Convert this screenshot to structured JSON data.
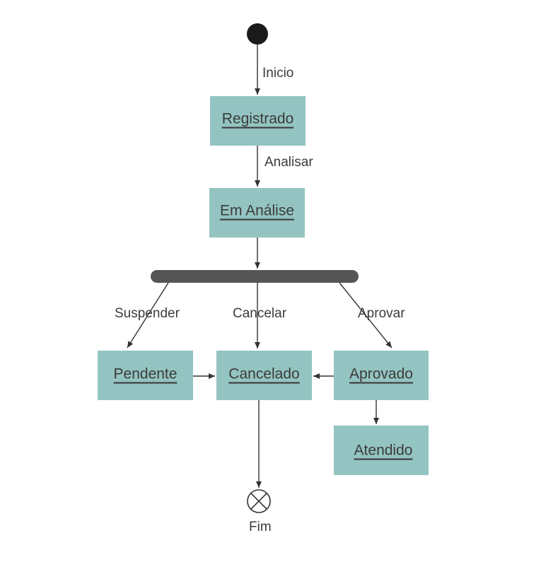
{
  "diagram": {
    "type": "uml-state-machine",
    "states": {
      "registrado": "Registrado",
      "em_analise": "Em Análise",
      "pendente": "Pendente",
      "cancelado": "Cancelado",
      "aprovado": "Aprovado",
      "atendido": "Atendido"
    },
    "transitions": {
      "inicio": "Inicio",
      "analisar": "Analisar",
      "suspender": "Suspender",
      "cancelar": "Cancelar",
      "aprovar": "Aprovar",
      "fim": "Fim"
    },
    "colors": {
      "state_fill": "#93c4c1",
      "fork_bar": "#555555",
      "initial_node": "#1a1a1a",
      "text": "#3b3b3b"
    }
  }
}
